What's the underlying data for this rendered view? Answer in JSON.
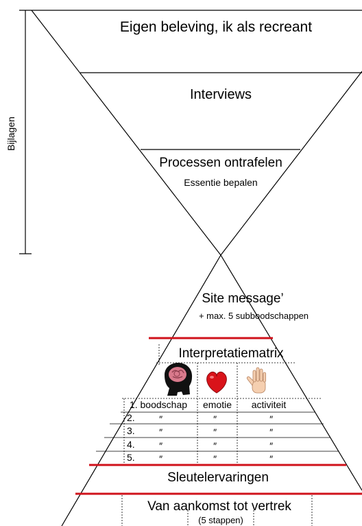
{
  "side_bracket": {
    "label": "Bijlagen"
  },
  "funnel": {
    "levels": [
      {
        "id": "eigen-beleving",
        "title": "Eigen beleving, ik als recreant"
      },
      {
        "id": "interviews",
        "title": "Interviews"
      },
      {
        "id": "processen",
        "title": "Processen ontrafelen",
        "subtitle": "Essentie bepalen"
      }
    ]
  },
  "pyramid": {
    "site_message": {
      "title": "Site message’",
      "subtitle": "+ max. 5 subboodschappen"
    },
    "matrix": {
      "title": "Interpretatiematrix",
      "icons": [
        "brain-head-icon",
        "heart-icon",
        "hand-icon"
      ],
      "columns": [
        "1. boodschap",
        "emotie",
        "activiteit"
      ],
      "rows": [
        {
          "num": "2.",
          "c1": "″",
          "c2": "″",
          "c3": "″"
        },
        {
          "num": "3.",
          "c1": "″",
          "c2": "″",
          "c3": "″"
        },
        {
          "num": "4.",
          "c1": "″",
          "c2": "″",
          "c3": "″"
        },
        {
          "num": "5.",
          "c1": "″",
          "c2": "″",
          "c3": "″"
        }
      ]
    },
    "sleutel": {
      "title": "Sleutelervaringen"
    },
    "aankomst": {
      "title": "Van aankomst tot vertrek",
      "subtitle": "(5 stappen)"
    }
  },
  "colors": {
    "line": "#000000",
    "accent_red": "#d0121b",
    "heart": "#d9131a",
    "brain": "#d97a8c"
  }
}
